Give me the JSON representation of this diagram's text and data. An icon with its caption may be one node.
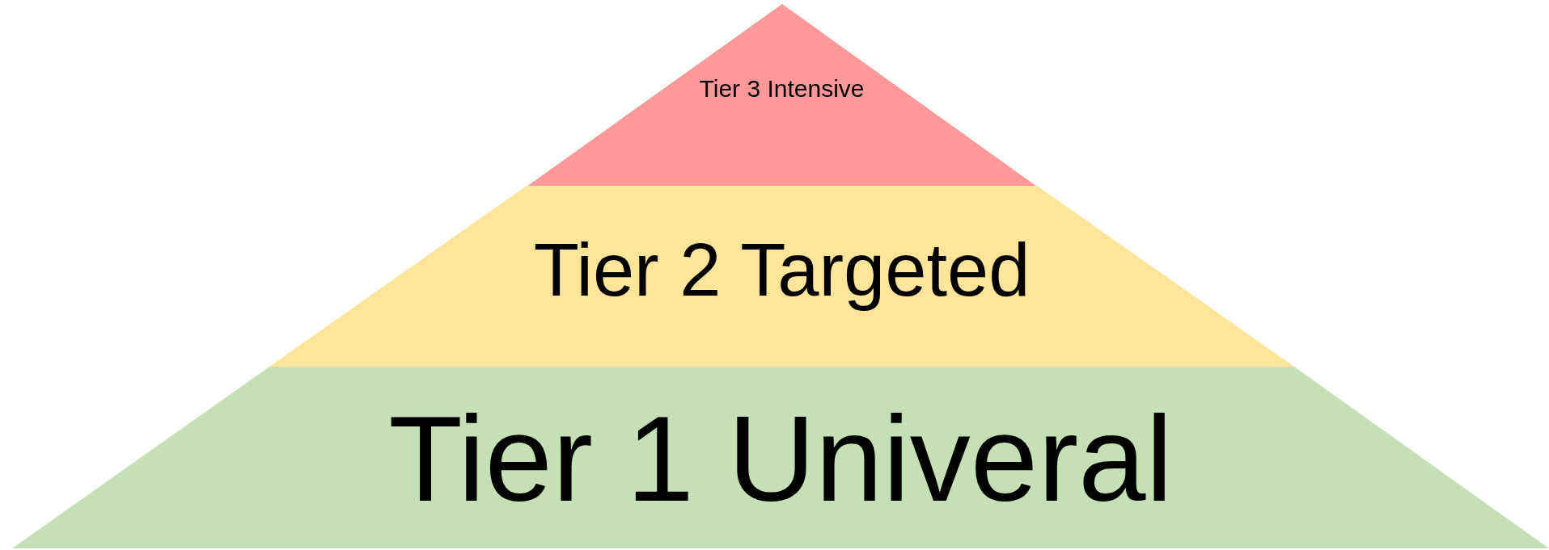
{
  "diagram": {
    "nodes": [
      {
        "text": [
          "Tier 3 Intensive"
        ]
      },
      {
        "text": [
          "Tier 2 Targeted"
        ]
      },
      {
        "text": [
          "Tier 1 Univeral"
        ]
      }
    ]
  }
}
